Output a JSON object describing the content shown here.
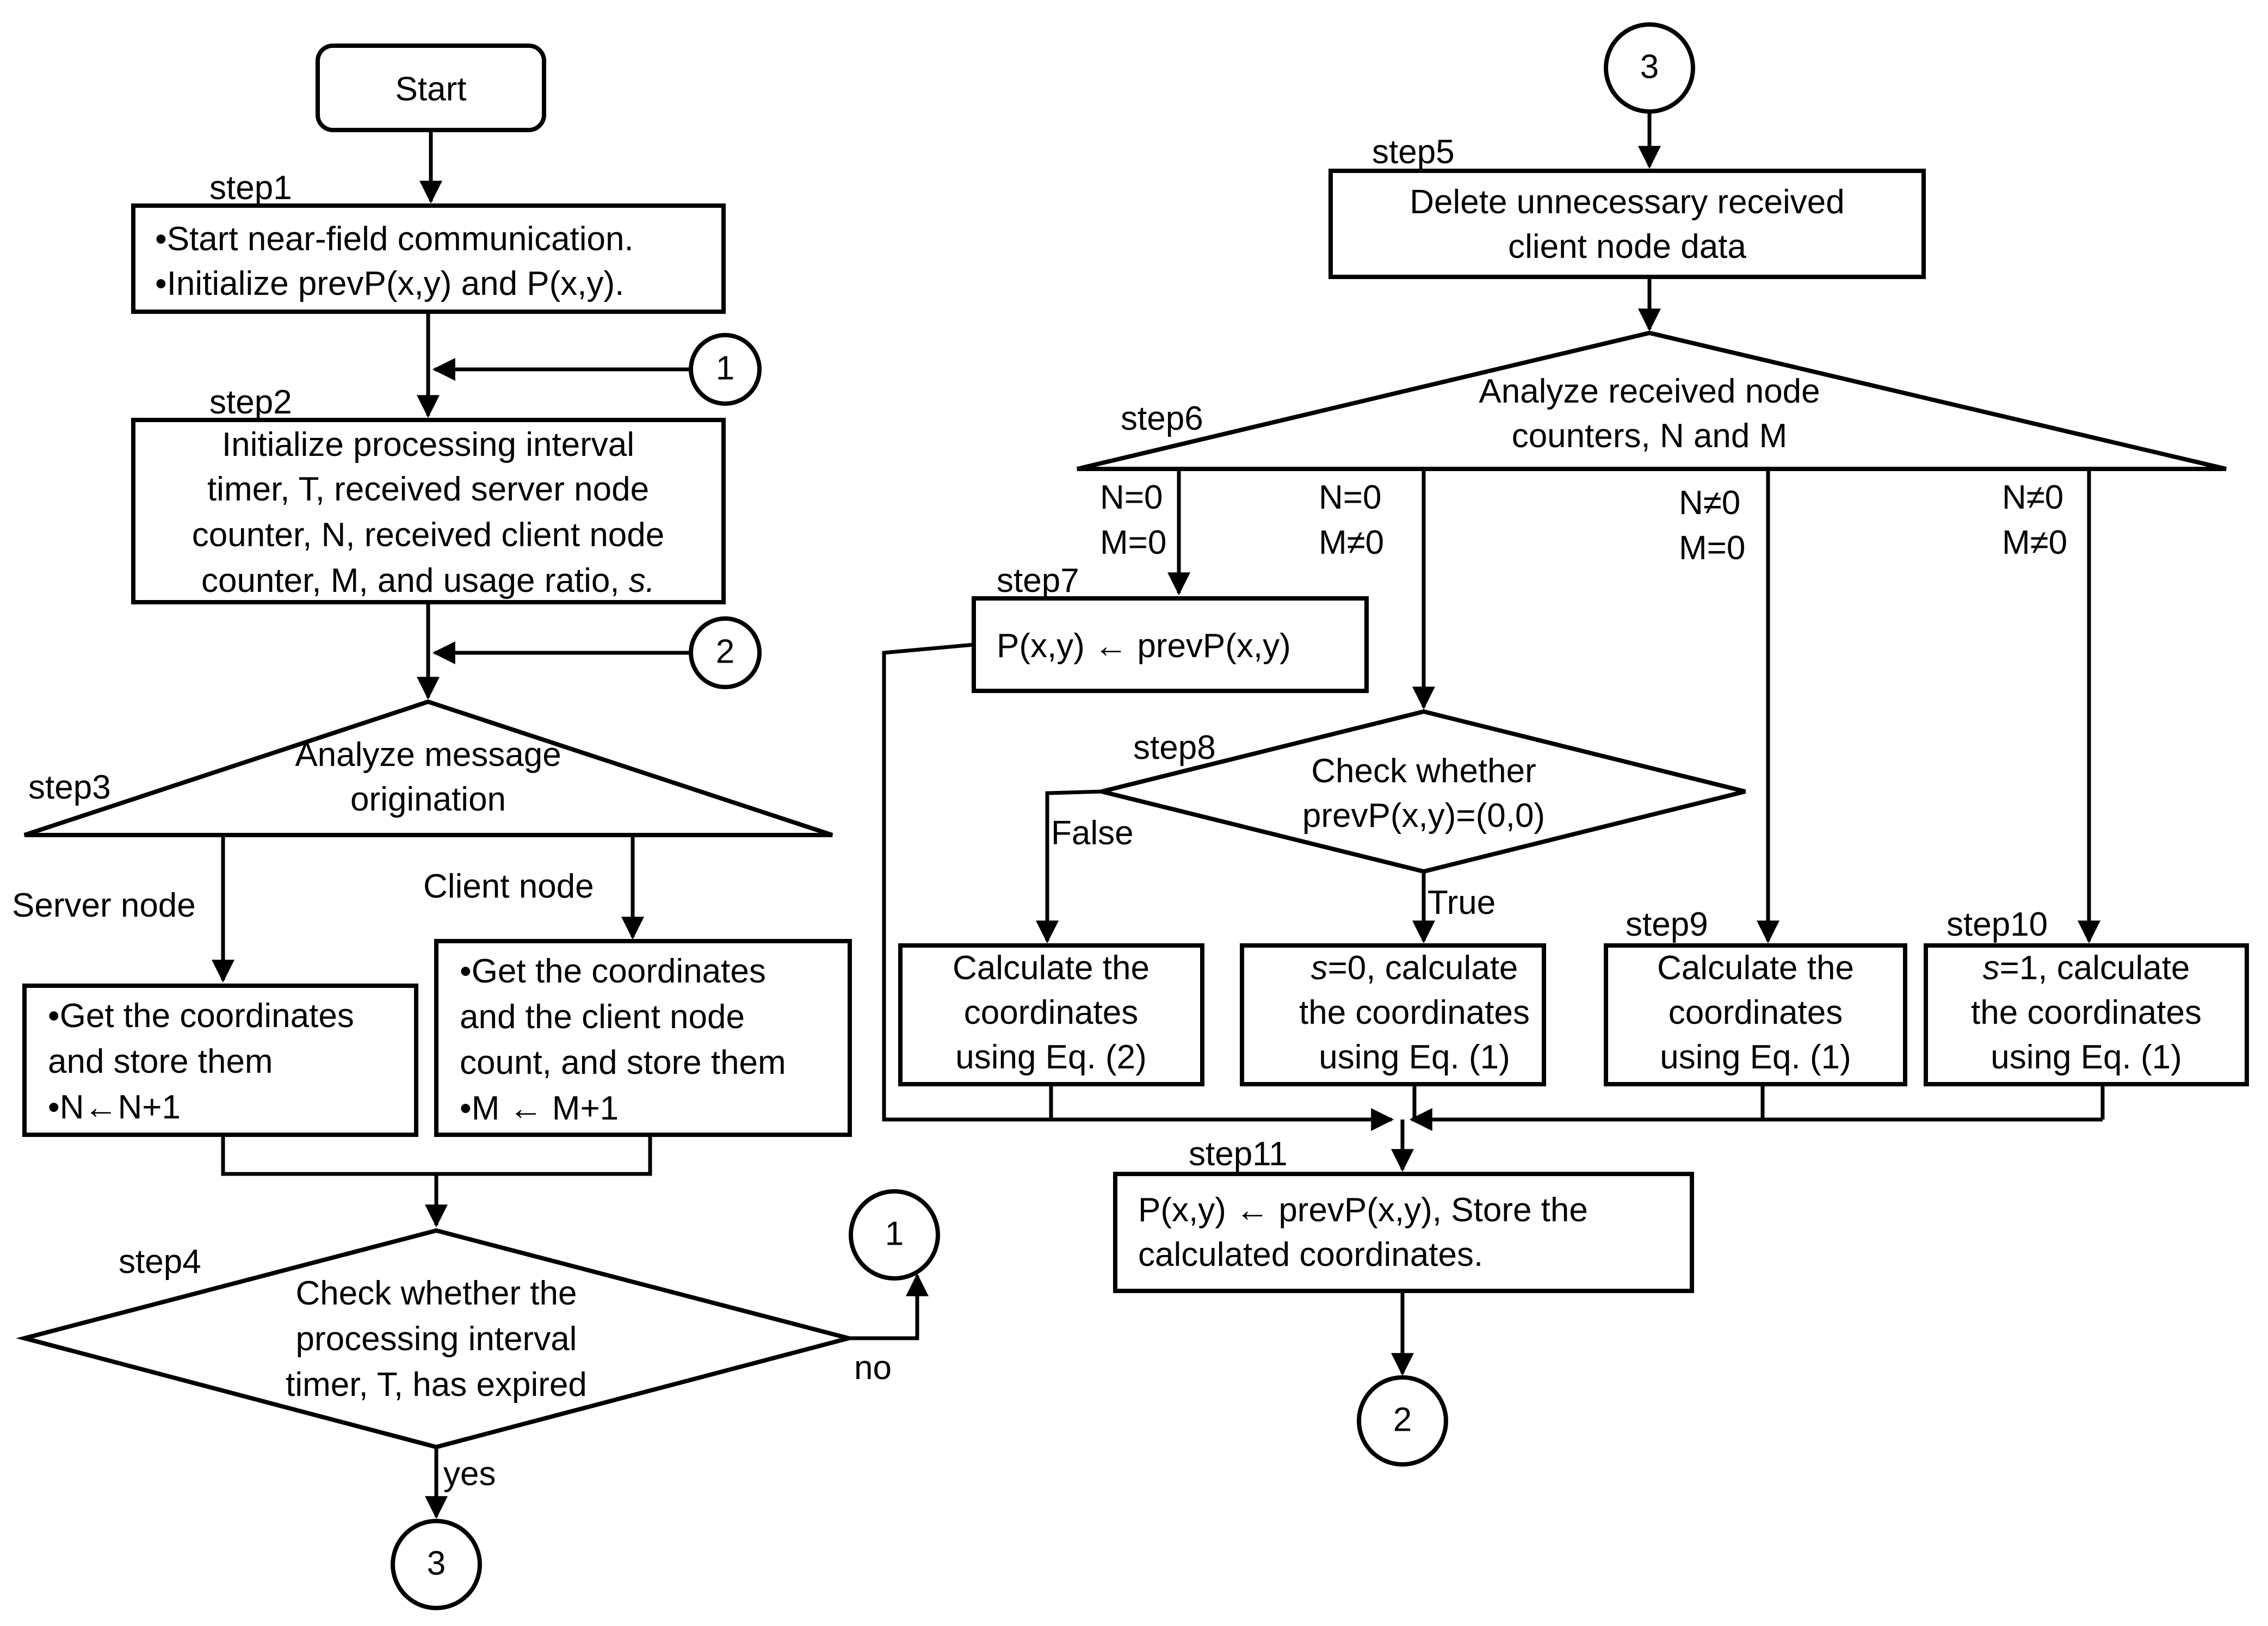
{
  "flow": {
    "start": "Start",
    "step1": {
      "label": "step1",
      "line1": "•Start near-field communication.",
      "line2": "•Initialize prevP(x,y) and P(x,y)."
    },
    "step2": {
      "label": "step2",
      "line1": "Initialize processing interval",
      "line2": "timer, T, received server node",
      "line3": "counter, N, received client node",
      "line4": "counter, M, and usage ratio,",
      "line4_italic": "s."
    },
    "step3": {
      "label": "step3",
      "line1": "Analyze message",
      "line2": "origination",
      "branch_server": "Server node",
      "branch_client": "Client node"
    },
    "server_box": {
      "line1": "•Get the coordinates",
      "line2": "and store them",
      "line3": "•N←N+1"
    },
    "client_box": {
      "line1": "•Get the coordinates",
      "line2": "and the client node",
      "line3": "count, and store them",
      "line4": "•M ← M+1"
    },
    "step4": {
      "label": "step4",
      "line1": "Check whether the",
      "line2": "processing interval",
      "line3": "timer, T, has expired",
      "yes": "yes",
      "no": "no"
    },
    "step5": {
      "label": "step5",
      "line1": "Delete unnecessary received",
      "line2": "client node data"
    },
    "step6": {
      "label": "step6",
      "line1": "Analyze received node",
      "line2": "counters, N and M",
      "cond1a": "N=0",
      "cond1b": "M=0",
      "cond2a": "N=0",
      "cond2b": "M≠0",
      "cond3a": "N≠0",
      "cond3b": "M=0",
      "cond4a": "N≠0",
      "cond4b": "M≠0"
    },
    "step7": {
      "label": "step7",
      "text": "P(x,y) ← prevP(x,y)"
    },
    "step8": {
      "label": "step8",
      "line1": "Check whether",
      "line2": "prevP(x,y)=(0,0)",
      "false": "False",
      "true": "True"
    },
    "false_box": {
      "line1": "Calculate the",
      "line2": "coordinates",
      "line3": "using Eq. (2)"
    },
    "true_box": {
      "line1_italic": "s",
      "line1": "=0, calculate",
      "line2": "the coordinates",
      "line3": "using Eq. (1)"
    },
    "step9": {
      "label": "step9",
      "line1": "Calculate the",
      "line2": "coordinates",
      "line3": "using Eq. (1)"
    },
    "step10": {
      "label": "step10",
      "line1_italic": "s",
      "line1": "=1, calculate",
      "line2": "the coordinates",
      "line3": "using Eq. (1)"
    },
    "step11": {
      "label": "step11",
      "line1": "P(x,y) ← prevP(x,y), Store the",
      "line2": "calculated coordinates."
    },
    "connectors": {
      "c1": "1",
      "c2": "2",
      "c3": "3"
    }
  }
}
